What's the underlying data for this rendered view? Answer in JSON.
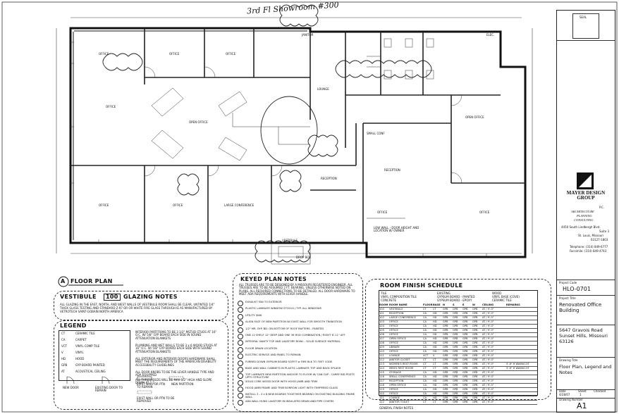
{
  "handwritten_note": "3rd Fl Showroom #300",
  "floor_plan": {
    "title": "FLOOR PLAN",
    "marker": "A",
    "rooms": [
      {
        "id": "r1",
        "label": "OFFICE"
      },
      {
        "id": "r2",
        "label": "OFFICE"
      },
      {
        "id": "r3",
        "label": "OFFICE"
      },
      {
        "id": "r4",
        "label": "OPEN OFFICE"
      },
      {
        "id": "r5",
        "label": "OFFICE"
      },
      {
        "id": "r6",
        "label": "OFFICE"
      },
      {
        "id": "r7",
        "label": "LARGE CONFERENCE"
      },
      {
        "id": "r8",
        "label": "OFFICE"
      },
      {
        "id": "r9",
        "label": "RECEPTION"
      },
      {
        "id": "r10",
        "label": "VESTIBULE"
      },
      {
        "id": "r11",
        "label": "RECEPTION"
      },
      {
        "id": "r12",
        "label": "OFFICE"
      },
      {
        "id": "r13",
        "label": "OFFICE"
      },
      {
        "id": "r14",
        "label": "OPEN OFFICE"
      },
      {
        "id": "r15",
        "label": "LOUNGE"
      },
      {
        "id": "r16",
        "label": "SMALL CONF"
      },
      {
        "id": "r17",
        "label": "ELEC."
      },
      {
        "id": "r18",
        "label": "JANITOR"
      }
    ],
    "callouts": [
      "LOW WALL - DOOR HEIGHT AND LOCATION W/ OWNER",
      "DROP BOX"
    ]
  },
  "vestibule_notes": {
    "title_prefix": "VESTIBULE",
    "title_num": "100",
    "title_suffix": "GLAZING NOTES",
    "text": "ALL GLAZING IN THE EAST, NORTH, AND WEST WALLS OF VESTIBULE ROOM SHALL BE CLEAR, UNTINTED 1/4\" THICK GLASS TESTING AND STANDARD Z-97 OR OR WHITE FIRE GLASS THROUGH IE AS MANUFACTURED BY VETROTECH SAINT-GOBAIN NORTH AMERICA"
  },
  "legend": {
    "title": "LEGEND",
    "items": [
      {
        "code": "CT",
        "desc": "CERAMIC TILE"
      },
      {
        "code": "CA",
        "desc": "CARPET"
      },
      {
        "code": "VCT",
        "desc": "VINYL COMP TILE"
      },
      {
        "code": "V",
        "desc": "VINYL"
      },
      {
        "code": "HD",
        "desc": "HOOD"
      },
      {
        "code": "GPB",
        "desc": "GYP BOARD PAINTED"
      },
      {
        "code": "AT",
        "desc": "ACOUSTICAL CEILING"
      }
    ],
    "notes": [
      "INTERIOR PARTITIONS TO BE 3 1/2\" MSTUD STUDS AT 16\" O.C. W/ 5/8\" GYP BOARD EACH SIDE IN SOUND ATTENUATION BLANKETS",
      "PLUMBING AND WET WALLS TO BE 3 x 6 WOOD STUDS AT 16\" O.C. W/ 5/8\" GYP BOARD EACH SIDE WITH SOUND ATTENUATION BLANKETS",
      "ALL EXTERIOR AND INTERIOR DOORS HARDWARE SHALL MEET THE REQUIREMENTS OF THE AMERICAN DISABILITY ACCESSIBILITY GUIDELINES",
      "ALL DOOR KNOBS TO BE THE LEVER HANDLE TYPE AND ADA EQUIPPED",
      "ALL THRESHOLDS WILL BE MAX 1/2\" HIGH AND SLOPE DOWN AT 1:2"
    ],
    "symbols": [
      "NEW DOOR",
      "EXISTING DOOR TO REMAIN",
      "EXIST WALL OR PTN TO REMAIN",
      "NEW PARTITION",
      "EXIST WALL OR PTN TO BE REMOVED"
    ]
  },
  "keyed_notes": {
    "title": "KEYED PLAN NOTES",
    "intro": "ALL TRUSSES ARE TO BE DESIGNED BY A MISSOURI REGISTERED ENGINEER. ALL TRUSSES ARE TO BE ASSUMED 2 FT. BEARING, UNLESS OTHERWISE NOTED ON PLANS. ALL REQUIRED CONNECTIONS TO BE DETAILED. ALL DOOR HARDWARE TO MEET ADA REQUIREMENTS WITH LEVER HANDLE.",
    "items": [
      "EXHAUST FAN TO EXTERIOR",
      "PLASTIC LAMINATE WINDOW STOOLS / TYP. ALL WINDOWS",
      "UTILITY SINK",
      "ALIGN FACE OF NEW PARTITION W/ EXIST WALL FOR SMOOTH TRANSITION",
      "1/2\" MR. GYP. BD. ON BOTTOM OF ROOF RAFTERS - PAINTED",
      "ONE 12 SHELF 12\" DEEP AND ONE 36 ROD COMBINATION / RIGHT 6'-11\" AFF",
      "INTEGRAL VANITY TOP AND LAVATORY BOWL - SOLID SURFACE MATERIAL",
      "FLOOR DRAIN LOCATION",
      "ELECTRIC SERVICE AND PANEL TO REMAIN",
      "FURRED DOWN GYPSUM BOARD SOFFIT w FIRE BLK TO FEET CODE",
      "BASE AND WALL CABINETS IN PLASTIC LAMINATE TOP AND BACK SPLASH",
      "TOP LAMINATE NEW PARTITION ANCHOR TO FLOOR W/ CAN CAP - CARRY BID POSTS UPTO STRUCTURE",
      "SOLID CORE WOOD DOOR WITH HOOD JAMB AND TRIM",
      "HOOD JAMB FRAME AND TRIM BORROW LIGHT WITH TEMPERED GLASS",
      "INSTALL 3 - 3 x 8 NEW BOARDS TOGETHER BEARING ON EXISTING BUILDING FRAME WALL",
      "ADA WALL HUNG LAVATORY IN INSULATED DRAIN AND PIPE COVERS"
    ]
  },
  "finish_schedule": {
    "title": "ROOM FINISH SCHEDULE",
    "key_left": [
      "TILE",
      "VINYL COMPOSITION TILE",
      "CONCRETE"
    ],
    "key_mid": [
      "EXISTING",
      "GYPSUM BOARD - PAINTED",
      "GYPSUM BOARD - EPOXY"
    ],
    "key_right": [
      "WOOD",
      "VINYL BASE (COVE)",
      "CERAMIC TILE"
    ],
    "headers": [
      "ROOM",
      "ROOM NAME",
      "FLOOR",
      "BASE",
      "N",
      "S",
      "E",
      "W",
      "CEILING",
      "REMARKS"
    ],
    "rows": [
      [
        "100",
        "VESTIBULE",
        "CT",
        "CT",
        "GPB",
        "GPB",
        "GPB",
        "GPB",
        "AT / 9'-0\"",
        ""
      ],
      [
        "101",
        "RECEPTION",
        "CA",
        "HD",
        "GPB",
        "GPB",
        "GPB",
        "GPB",
        "AT / 9'-0\"",
        ""
      ],
      [
        "102",
        "LARGE CONFERENCE",
        "CA",
        "HD",
        "GPB",
        "GPB",
        "GPB",
        "GPB",
        "AT / 9'-0\"",
        ""
      ],
      [
        "103",
        "OFFICE",
        "CA",
        "HD",
        "GPB",
        "GPB",
        "GPB",
        "GPB",
        "AT / 9'-0\"",
        ""
      ],
      [
        "104",
        "OFFICE",
        "CA",
        "HD",
        "GPB",
        "GPB",
        "GPB",
        "GPB",
        "AT / 9'-0\"",
        ""
      ],
      [
        "105",
        "OFFICE",
        "CA",
        "HD",
        "GPB",
        "GPB",
        "GPB",
        "GPB",
        "AT / 9'-0\"",
        ""
      ],
      [
        "106",
        "OFFICE",
        "CA",
        "HD",
        "GPB",
        "GPB",
        "GPB",
        "GPB",
        "AT / 9'-0\"",
        ""
      ],
      [
        "107",
        "OPEN OFFICE",
        "CA",
        "HD",
        "GPB",
        "GPB",
        "GPB",
        "GPB",
        "AT / 9'-0\"",
        ""
      ],
      [
        "108",
        "OFFICE",
        "CA",
        "HD",
        "GPB",
        "GPB",
        "GPB",
        "GPB",
        "AT / 9'-0\"",
        ""
      ],
      [
        "109",
        "LIBRARY",
        "CA",
        "HD",
        "GPB",
        "GPB",
        "GPB",
        "GPB",
        "AT / 9'-0\"",
        ""
      ],
      [
        "110",
        "OFFICE",
        "CA",
        "HD",
        "GPB",
        "GPB",
        "GPB",
        "GPB",
        "AT / 9'-0\"",
        ""
      ],
      [
        "111",
        "LOUNGE",
        "VCT",
        "V",
        "GPB",
        "GPB",
        "GPB",
        "GPB",
        "AT / 9'-0\"",
        ""
      ],
      [
        "112",
        "JANITOR CLOSET",
        "CT",
        "CT",
        "GPB",
        "GPB",
        "GPB",
        "GPB",
        "AT / 9'-0\"",
        ""
      ],
      [
        "113",
        "WOMEN'S REST ROOM",
        "CT",
        "CT",
        "GPB",
        "GPB",
        "GPB",
        "GPB",
        "AT / 9'-0\"",
        "5'-6\" H WAINSCOT"
      ],
      [
        "114",
        "MEN'S REST ROOM",
        "CT",
        "CT",
        "GPB",
        "GPB",
        "GPB",
        "GPB",
        "AT / 9'-0\"",
        "5'-6\" H WAINSCOT"
      ],
      [
        "115",
        "STORAGE",
        "CA",
        "HD",
        "GPB",
        "GPB",
        "GPB",
        "GPB",
        "AT / 9'-0\"",
        ""
      ],
      [
        "116",
        "SMALL CONFERENCE",
        "CA",
        "HD",
        "GPB",
        "GPB",
        "GPB",
        "GPB",
        "AT / 9'-0\"",
        ""
      ],
      [
        "117",
        "RECEPTION",
        "CA",
        "HD",
        "GPB",
        "GPB",
        "GPB",
        "GPB",
        "AT / 9'-0\"",
        ""
      ],
      [
        "118",
        "OPEN OFFICE",
        "CA",
        "HD",
        "GPB",
        "GPB",
        "GPB",
        "GPB",
        "AT / 9'-0\"",
        ""
      ],
      [
        "119",
        "OFFICE",
        "CA",
        "HD",
        "GPB",
        "GPB",
        "GPB",
        "GPB",
        "AT / 9'-0\"",
        ""
      ],
      [
        "120",
        "OFFICE",
        "CA",
        "HD",
        "GPB",
        "GPB",
        "GPB",
        "GPB",
        "AT / 9'-0\"",
        ""
      ],
      [
        "121",
        "LOUNGE",
        "CA",
        "HD",
        "GPB",
        "GPB",
        "GPB",
        "GPB",
        "AT / 9'-0\"",
        ""
      ],
      [
        "122",
        "JANITOR TOILET",
        "CT",
        "CT",
        "GPB",
        "GPB",
        "GPB",
        "GPB",
        "AT / 9'-0\"",
        ""
      ]
    ],
    "footer": "GENERAL FINISH NOTES"
  },
  "title_block": {
    "seal": "SEAL",
    "firm_name": "MAYER DESIGN GROUP",
    "firm_suffix": "P.C.",
    "services": [
      "ARCHITECTURE",
      "PLANNING",
      "CONSULTING"
    ],
    "address": [
      "4450 South Lindbergh Blvd.",
      "Suite 3",
      "St. Louis, Missouri",
      "63127-1803"
    ],
    "phone": "Telephone: (314) 849-6777",
    "fax": "Facsimile: (314) 849-4743",
    "project_code_label": "Project Code",
    "project_code": "HLO-0701",
    "project_title_label": "Project Title",
    "project_title": "Renovated Office Building",
    "project_address": "5647 Gravois Road Sunset Hills, Missouri 63126",
    "drawing_title_label": "Drawing Title",
    "drawing_title": "Floor Plan, Legend and Notes",
    "date_label": "Date",
    "date": "4/28/07",
    "sheet_label": "Sheet",
    "sheet": "1",
    "checked_label": "Checked",
    "drawing_number_label": "Drawing Number",
    "drawing_number": "A1"
  }
}
